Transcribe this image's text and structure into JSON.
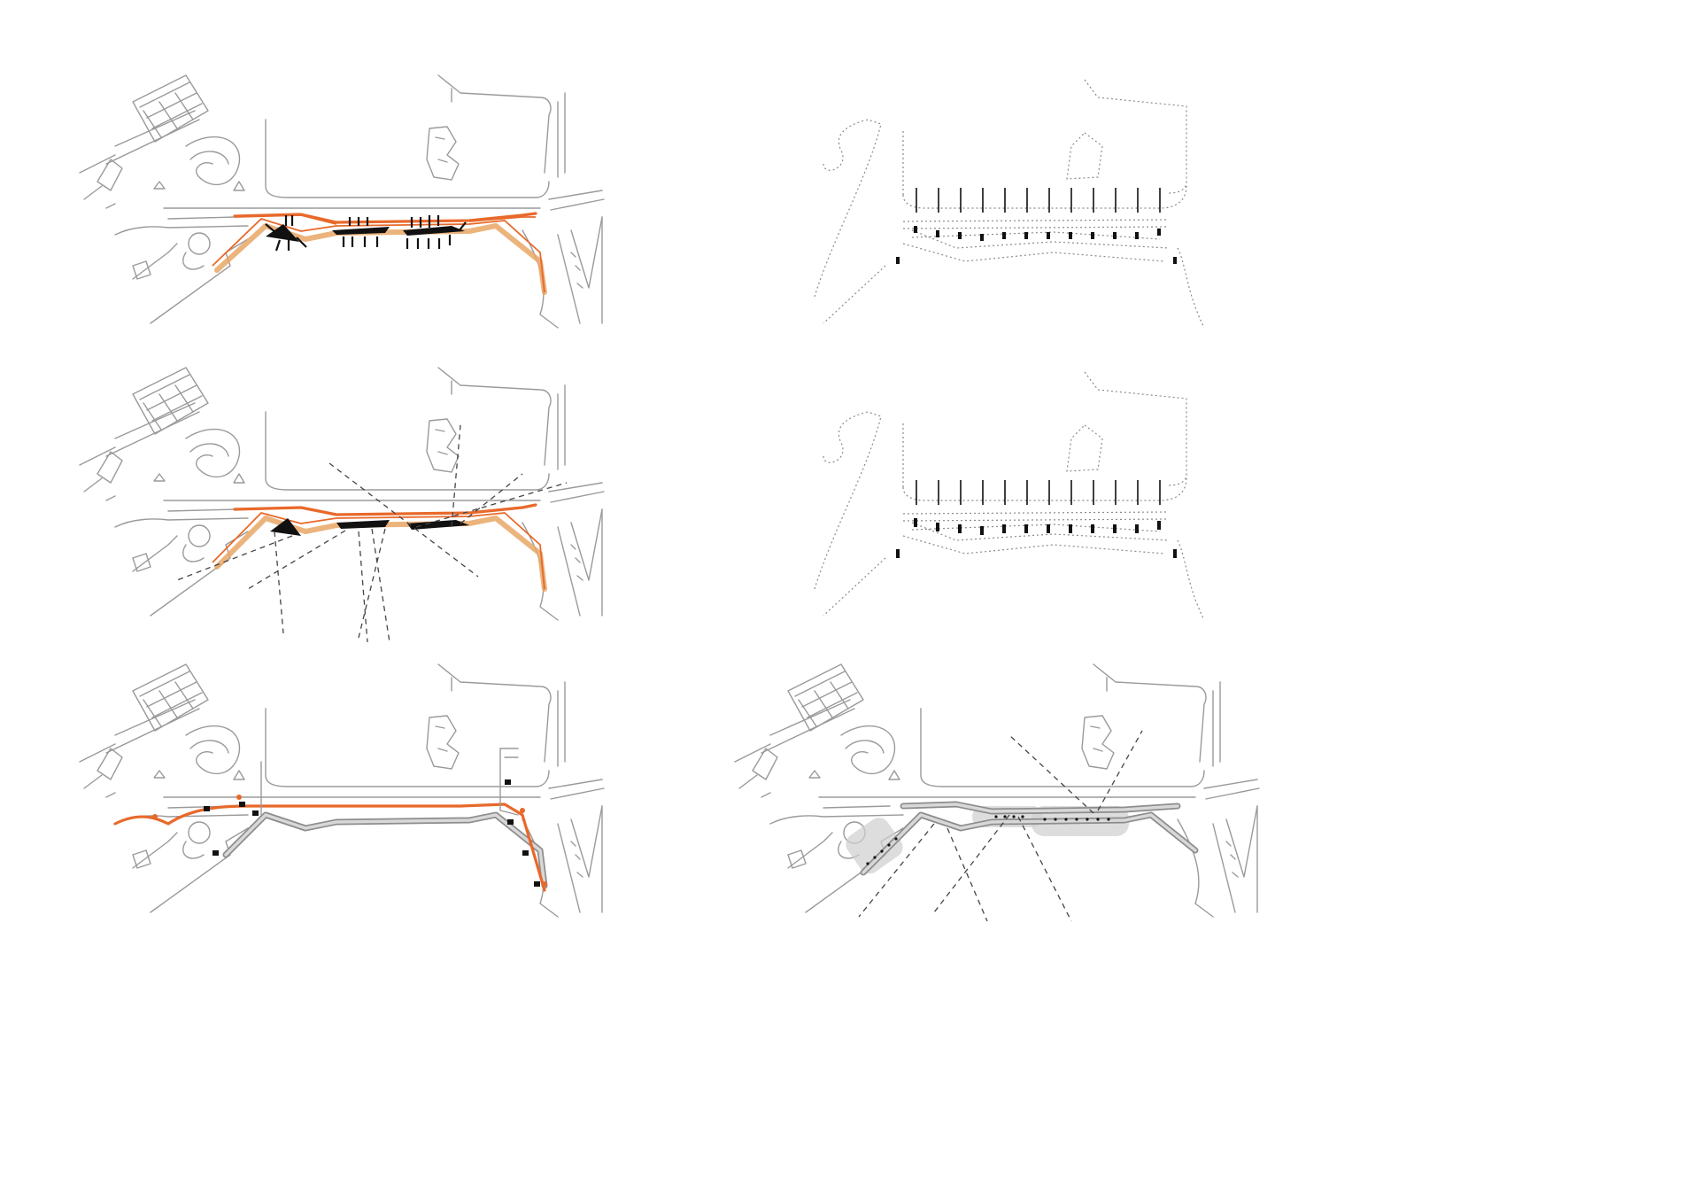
{
  "sheet": {
    "panels": [
      {
        "id": "panel-1",
        "kind": "plan",
        "overlay": "program-arrows"
      },
      {
        "id": "panel-2",
        "kind": "structure",
        "overlay": "piers"
      },
      {
        "id": "panel-3",
        "kind": "plan",
        "overlay": "view-lines"
      },
      {
        "id": "panel-4",
        "kind": "structure",
        "overlay": "piers"
      },
      {
        "id": "panel-5",
        "kind": "plan",
        "overlay": "circulation"
      },
      {
        "id": "panel-6",
        "kind": "plan",
        "overlay": "seating-views"
      }
    ],
    "colors": {
      "context_line": "#9a9a9a",
      "orange_path": "#e8692a",
      "tan_band": "#e9a766",
      "solid_fill": "#111111",
      "grey_band": "#8d8d8d",
      "shade": "#cfcfcf"
    }
  }
}
